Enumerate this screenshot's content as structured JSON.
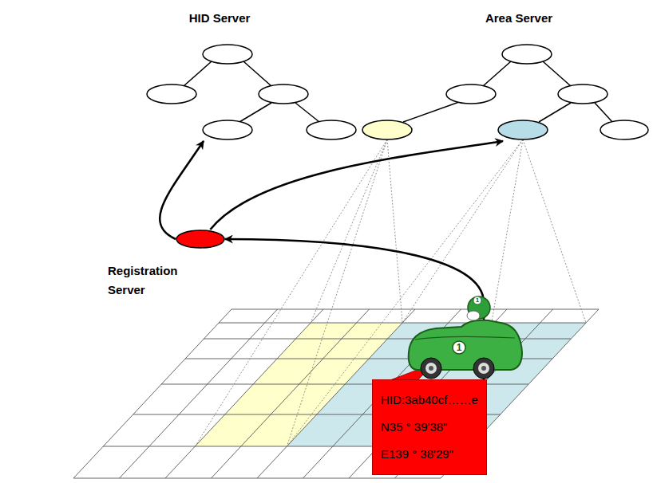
{
  "diagram": {
    "nodes": [
      {
        "text": [
          "HID Server"
        ]
      },
      {
        "text": [
          "Area Server"
        ]
      },
      {
        "text": [
          "Registration Server"
        ]
      },
      {
        "text": [
          "HID:3ab40cf……e",
          "N35 ° 39'38\"",
          "E139 ° 38'29\""
        ]
      }
    ],
    "edges": [
      {
        "from": 3,
        "to": 2,
        "arrow": "to"
      },
      {
        "from": 2,
        "to": 0,
        "arrow": "to"
      },
      {
        "from": 2,
        "to": 1,
        "arrow": "to"
      }
    ],
    "labels": [
      "1",
      "1"
    ]
  }
}
